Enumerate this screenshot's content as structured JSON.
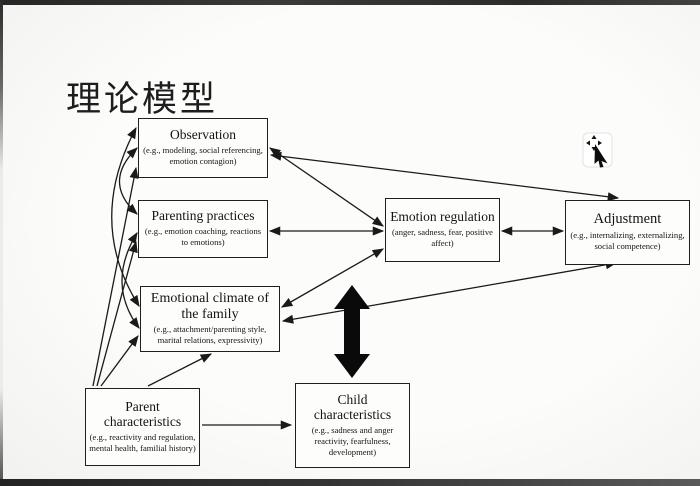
{
  "slide": {
    "title": "理论模型"
  },
  "diagram": {
    "boxes": [
      {
        "id": "observation",
        "title": "Observation",
        "subtitle": "(e.g., modeling, social referencing, emotion contagion)"
      },
      {
        "id": "parenting-practices",
        "title": "Parenting practices",
        "subtitle": "(e.g., emotion coaching, reactions to emotions)"
      },
      {
        "id": "emotional-climate",
        "title": "Emotional climate of the family",
        "subtitle": "(e.g., attachment/parenting style, marital relations, expressivity)"
      },
      {
        "id": "parent-characteristics",
        "title": "Parent characteristics",
        "subtitle": "(e.g., reactivity and regulation, mental health, familial history)"
      },
      {
        "id": "child-characteristics",
        "title": "Child characteristics",
        "subtitle": "(e.g., sadness and anger reactivity, fearfulness, development)"
      },
      {
        "id": "emotion-regulation",
        "title": "Emotion regulation",
        "subtitle": "(anger, sadness, fear, positive affect)"
      },
      {
        "id": "adjustment",
        "title": "Adjustment",
        "subtitle": "(e.g., internalizing, externalizing, social competence)"
      }
    ],
    "edges": [
      {
        "from": "observation",
        "to": "parenting-practices",
        "style": "curved",
        "bidirectional": true
      },
      {
        "from": "observation",
        "to": "emotional-climate",
        "style": "curved",
        "bidirectional": true
      },
      {
        "from": "parenting-practices",
        "to": "emotional-climate",
        "style": "curved",
        "bidirectional": true
      },
      {
        "from": "parent-characteristics",
        "to": "observation",
        "style": "straight",
        "bidirectional": false
      },
      {
        "from": "parent-characteristics",
        "to": "parenting-practices",
        "style": "straight",
        "bidirectional": false
      },
      {
        "from": "parent-characteristics",
        "to": "emotional-climate",
        "style": "straight",
        "bidirectional": false
      },
      {
        "from": "parent-characteristics",
        "to": "emotional-climate",
        "style": "straight-to-bottom-edge",
        "bidirectional": false
      },
      {
        "from": "parent-characteristics",
        "to": "child-characteristics",
        "style": "straight",
        "bidirectional": false
      },
      {
        "from": "observation",
        "to": "emotion-regulation",
        "style": "straight",
        "bidirectional": true
      },
      {
        "from": "observation",
        "to": "adjustment",
        "style": "straight",
        "bidirectional": true
      },
      {
        "from": "parenting-practices",
        "to": "emotion-regulation",
        "style": "straight",
        "bidirectional": true
      },
      {
        "from": "emotional-climate",
        "to": "emotion-regulation",
        "style": "straight",
        "bidirectional": true
      },
      {
        "from": "emotional-climate",
        "to": "adjustment",
        "style": "straight",
        "bidirectional": true
      },
      {
        "from": "emotion-regulation",
        "to": "adjustment",
        "style": "straight",
        "bidirectional": true
      },
      {
        "from": "emotional-climate",
        "to": "child-characteristics",
        "style": "thick-block",
        "bidirectional": true
      }
    ],
    "colors": {
      "box_border": "#1f1f1f",
      "box_fill": "#fdfdfc",
      "arrow": "#1a1a1a",
      "title_text": "#1d1d1d",
      "letterbox": "#2a2a2a"
    }
  },
  "icons": {
    "cursor": "move-pointer-cursor-icon"
  }
}
